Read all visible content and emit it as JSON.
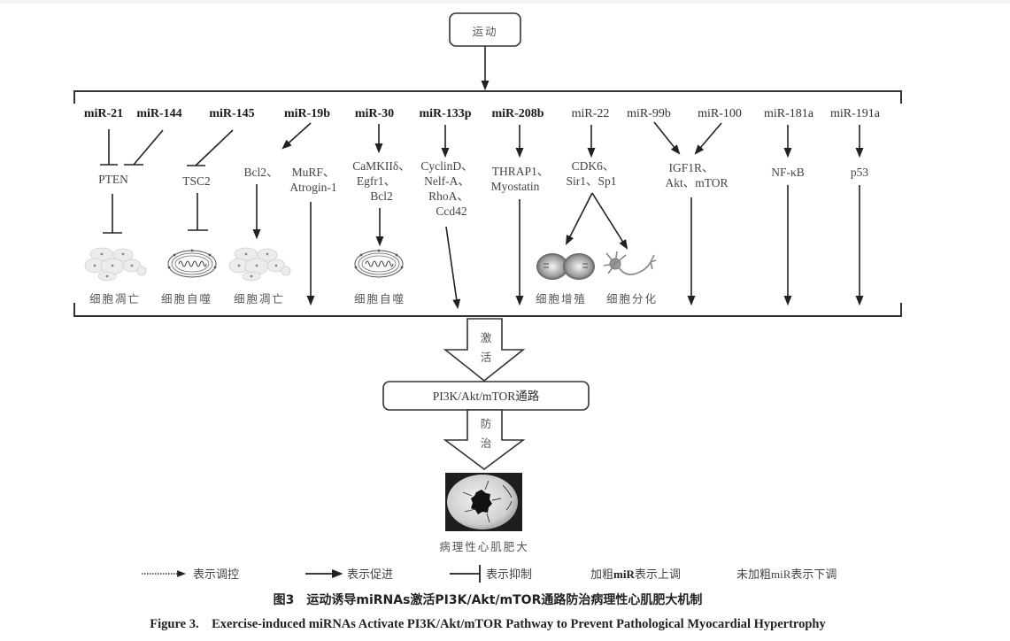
{
  "diagram": {
    "top_node": "运动",
    "mirnas": [
      {
        "id": "mir21",
        "label": "miR-21",
        "bold": true
      },
      {
        "id": "mir144",
        "label": "miR-144",
        "bold": true
      },
      {
        "id": "mir145",
        "label": "miR-145",
        "bold": true
      },
      {
        "id": "mir19b",
        "label": "miR-19b",
        "bold": true
      },
      {
        "id": "mir30",
        "label": "miR-30",
        "bold": true
      },
      {
        "id": "mir133p",
        "label": "miR-133p",
        "bold": true
      },
      {
        "id": "mir208b",
        "label": "miR-208b",
        "bold": true
      },
      {
        "id": "mir22",
        "label": "miR-22",
        "bold": false
      },
      {
        "id": "mir99b",
        "label": "miR-99b",
        "bold": false
      },
      {
        "id": "mir100",
        "label": "miR-100",
        "bold": false
      },
      {
        "id": "mir181a",
        "label": "miR-181a",
        "bold": false
      },
      {
        "id": "mir191a",
        "label": "miR-191a",
        "bold": false
      }
    ],
    "targets": [
      {
        "id": "pten",
        "lines": [
          "PTEN"
        ]
      },
      {
        "id": "tsc2",
        "lines": [
          "TSC2"
        ]
      },
      {
        "id": "bcl2",
        "lines": [
          "Bcl2、"
        ]
      },
      {
        "id": "murf",
        "lines": [
          "MuRF、",
          "Atrogin-1"
        ]
      },
      {
        "id": "camk",
        "lines": [
          "CaMKIIδ、",
          "Egfr1、",
          "Bcl2"
        ]
      },
      {
        "id": "cyclin",
        "lines": [
          "CyclinD、",
          "Nelf-A、",
          "RhoA、",
          "Ccd42"
        ]
      },
      {
        "id": "thrap",
        "lines": [
          "THRAP1、",
          "Myostatin"
        ]
      },
      {
        "id": "cdk6",
        "lines": [
          "CDK6、",
          "Sir1、Sp1"
        ]
      },
      {
        "id": "igf1r",
        "lines": [
          "IGF1R、",
          "Akt、mTOR"
        ]
      },
      {
        "id": "nfkb",
        "lines": [
          "NF-κB"
        ]
      },
      {
        "id": "p53",
        "lines": [
          "p53"
        ]
      }
    ],
    "outcomes": [
      {
        "id": "apoptosis1",
        "label": "细胞凋亡",
        "icon": "cell-cluster"
      },
      {
        "id": "autophagy1",
        "label": "细胞自噬",
        "icon": "mitochondrion"
      },
      {
        "id": "apoptosis2",
        "label": "细胞凋亡",
        "icon": "cell-cluster"
      },
      {
        "id": "autophagy2",
        "label": "细胞自噬",
        "icon": "mitochondrion"
      },
      {
        "id": "proliferation",
        "label": "细胞增殖",
        "icon": "dividing-cell"
      },
      {
        "id": "differentiation",
        "label": "细胞分化",
        "icon": "neuron-cell"
      }
    ],
    "arrow1_label": [
      "激",
      "活"
    ],
    "pathway": "PI3K/Akt/mTOR通路",
    "arrow2_label": [
      "防",
      "治"
    ],
    "endpoint": "病理性心肌肥大",
    "endpoint_icon": "heart-cross-section"
  },
  "legend": [
    {
      "symbol": "dotted-arrow",
      "label": "表示调控"
    },
    {
      "symbol": "solid-arrow",
      "label": "表示促进"
    },
    {
      "symbol": "inhibit-bar",
      "label": "表示抑制"
    },
    {
      "symbol": "none",
      "prefix": "加粗",
      "mir": "miR",
      "suffix": "表示上调",
      "mir_bold": true
    },
    {
      "symbol": "none",
      "prefix": "未加粗",
      "mir": "miR",
      "suffix": "表示下调",
      "mir_bold": false
    }
  ],
  "caption": {
    "cn": "图3　运动诱导miRNAs激活PI3K/Akt/mTOR通路防治病理性心肌肥大机制",
    "en": "Figure 3.　Exercise-induced miRNAs Activate PI3K/Akt/mTOR Pathway to Prevent Pathological Myocardial Hypertrophy"
  }
}
